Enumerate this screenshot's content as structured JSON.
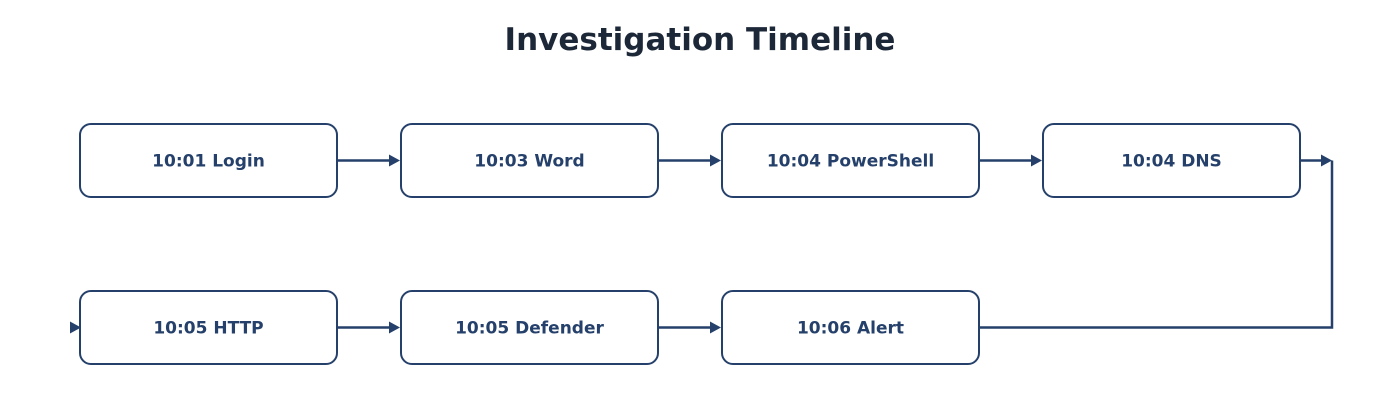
{
  "title": "Investigation Timeline",
  "colors": {
    "stroke": "#25406a",
    "text": "#25406a",
    "title": "#1c2738",
    "background": "#ffffff"
  },
  "nodes": [
    {
      "id": "n1",
      "label": "10:01 Login"
    },
    {
      "id": "n2",
      "label": "10:03 Word"
    },
    {
      "id": "n3",
      "label": "10:04 PowerShell"
    },
    {
      "id": "n4",
      "label": "10:04 DNS"
    },
    {
      "id": "n5",
      "label": "10:05 HTTP"
    },
    {
      "id": "n6",
      "label": "10:05 Defender"
    },
    {
      "id": "n7",
      "label": "10:06 Alert"
    }
  ],
  "edges": [
    {
      "from": "n1",
      "to": "n2"
    },
    {
      "from": "n2",
      "to": "n3"
    },
    {
      "from": "n3",
      "to": "n4"
    },
    {
      "from": "n4",
      "to": "n7"
    },
    {
      "from": "n7",
      "to": "n5"
    },
    {
      "from": "n5",
      "to": "n6"
    },
    {
      "from": "n6",
      "to": "n7"
    }
  ]
}
